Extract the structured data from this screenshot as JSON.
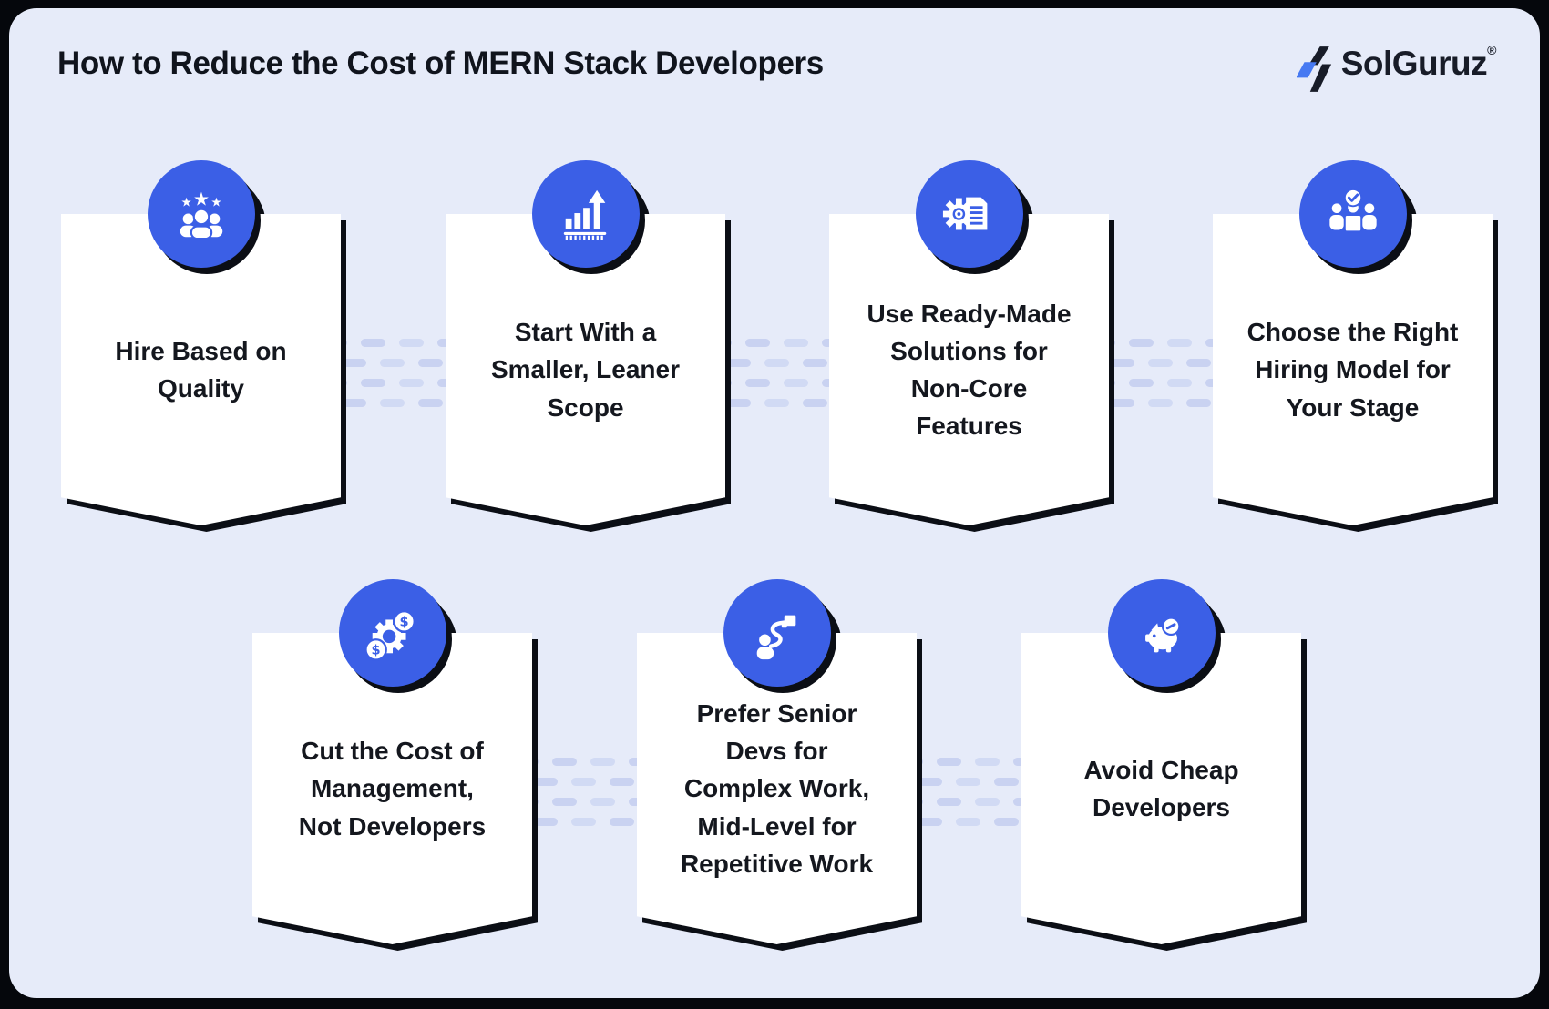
{
  "page": {
    "title": "How to Reduce the Cost of MERN Stack Developers"
  },
  "brand": {
    "name": "SolGuruz",
    "registered_mark": "®"
  },
  "colors": {
    "accent_blue": "#3B5FE6",
    "panel_background": "#E6EBF9",
    "card_background": "#FFFFFF",
    "shadow_black": "#0B0E15",
    "dash_blue": "#C9D2F1",
    "text_dark": "#14171E"
  },
  "cards": [
    {
      "label": "Hire Based on Quality",
      "icon": "quality-team-icon"
    },
    {
      "label": "Start With a Smaller, Leaner Scope",
      "icon": "growth-chart-icon"
    },
    {
      "label": "Use Ready-Made Solutions for Non-Core Features",
      "icon": "gear-document-icon"
    },
    {
      "label": "Choose the Right Hiring Model for Your Stage",
      "icon": "team-check-icon"
    },
    {
      "label": "Cut the Cost of Management, Not Developers",
      "icon": "gear-dollar-icon"
    },
    {
      "label": "Prefer Senior Devs for Complex Work, Mid-Level for Repetitive Work",
      "icon": "person-cable-icon"
    },
    {
      "label": "Avoid Cheap Developers",
      "icon": "piggy-bank-icon"
    }
  ]
}
